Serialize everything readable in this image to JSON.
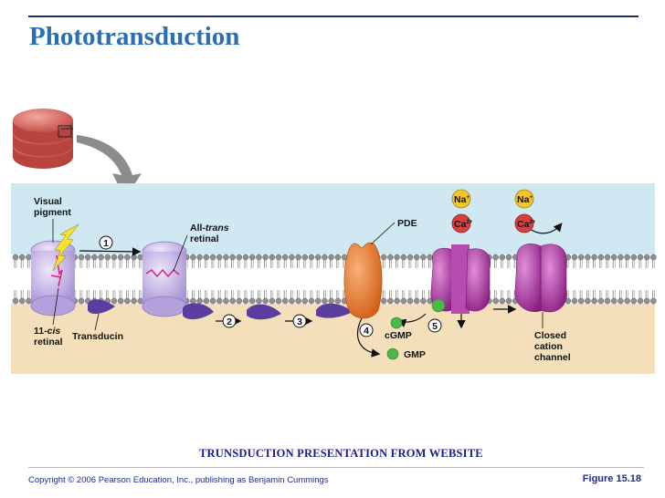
{
  "title": "Phototransduction",
  "diagram": {
    "labels": {
      "visual_pigment_1": "Visual",
      "visual_pigment_2": "pigment",
      "all_trans_1a": "All-",
      "all_trans_1b": "trans",
      "all_trans_2": "retinal",
      "cis_retinal_1a": "11-",
      "cis_retinal_1b": "c",
      "cis_retinal_1c": "is",
      "cis_retinal_2": "retinal",
      "transducin": "Transducin",
      "pde": "PDE",
      "cgmp": "cGMP",
      "gmp": "GMP",
      "closed_1": "Closed",
      "closed_2": "cation",
      "closed_3": "channel",
      "na_1": "Na",
      "na_2": "Na",
      "ca_1": "Ca",
      "ca_2": "Ca",
      "plus": "+",
      "two_plus": "2+"
    },
    "steps": [
      "1",
      "2",
      "3",
      "4",
      "5"
    ]
  },
  "caption": "TRUNSDUCTION PRESENTATION FROM WEBSITE",
  "footer": {
    "copyright": "Copyright © 2006 Pearson Education, Inc., publishing as Benjamin Cummings",
    "figure": "Figure 15.18"
  },
  "colors": {
    "title": "#2b6fb1",
    "extracellular": "#cfe8f1",
    "cytoplasm": "#f3dfb9",
    "pigment": "#c9b9e6",
    "transducin": "#5a3d9f",
    "pde": "#e47427",
    "channel": "#a7339c",
    "sodium": "#f2c430",
    "calcium": "#d8403f",
    "cgmp": "#4cb848"
  }
}
